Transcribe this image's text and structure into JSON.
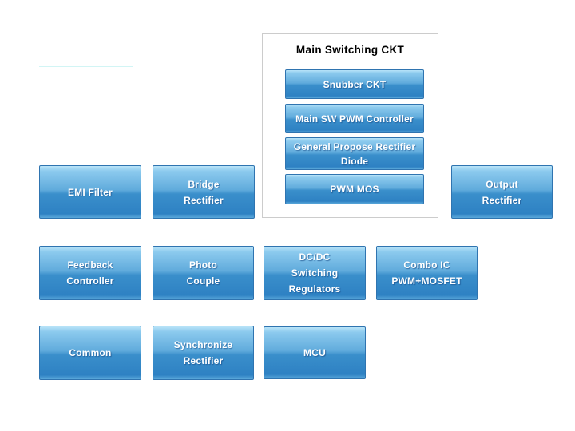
{
  "colors": {
    "block_border": "#2f74b0",
    "block_gradient_top": "#b9e4f8",
    "block_gradient_mid": "#60abdc",
    "block_gradient_break": "#3a8fcb",
    "block_gradient_deep": "#2e81c3",
    "block_gradient_glow": "#5aa8da",
    "group_box_border": "#cccccc",
    "accent_line": "#d2f5f5",
    "title_color": "#000000",
    "label_color": "#ffffff"
  },
  "group_box": {
    "title": "Main Switching CKT",
    "buttons": [
      {
        "lines": [
          "Snubber CKT"
        ]
      },
      {
        "lines": [
          "Main SW PWM Controller"
        ]
      },
      {
        "lines": [
          "General Propose Rectifier",
          "Diode"
        ]
      },
      {
        "lines": [
          "PWM MOS"
        ]
      }
    ]
  },
  "blocks": {
    "emi_filter": {
      "lines": [
        "EMI Filter"
      ]
    },
    "bridge_rectifier": {
      "lines": [
        "Bridge",
        "Rectifier"
      ]
    },
    "output_rectifier": {
      "lines": [
        "Output",
        "Rectifier"
      ]
    },
    "feedback_controller": {
      "lines": [
        "Feedback",
        "Controller"
      ]
    },
    "photo_couple": {
      "lines": [
        "Photo",
        "Couple"
      ]
    },
    "dcdc_switching_regulators": {
      "lines": [
        "DC/DC",
        "Switching",
        "Regulators"
      ]
    },
    "combo_ic": {
      "lines": [
        "Combo IC",
        "PWM+MOSFET"
      ]
    },
    "common": {
      "lines": [
        "Common"
      ]
    },
    "synchronize_rectifier": {
      "lines": [
        "Synchronize",
        "Rectifier"
      ]
    },
    "mcu": {
      "lines": [
        "MCU"
      ]
    }
  }
}
